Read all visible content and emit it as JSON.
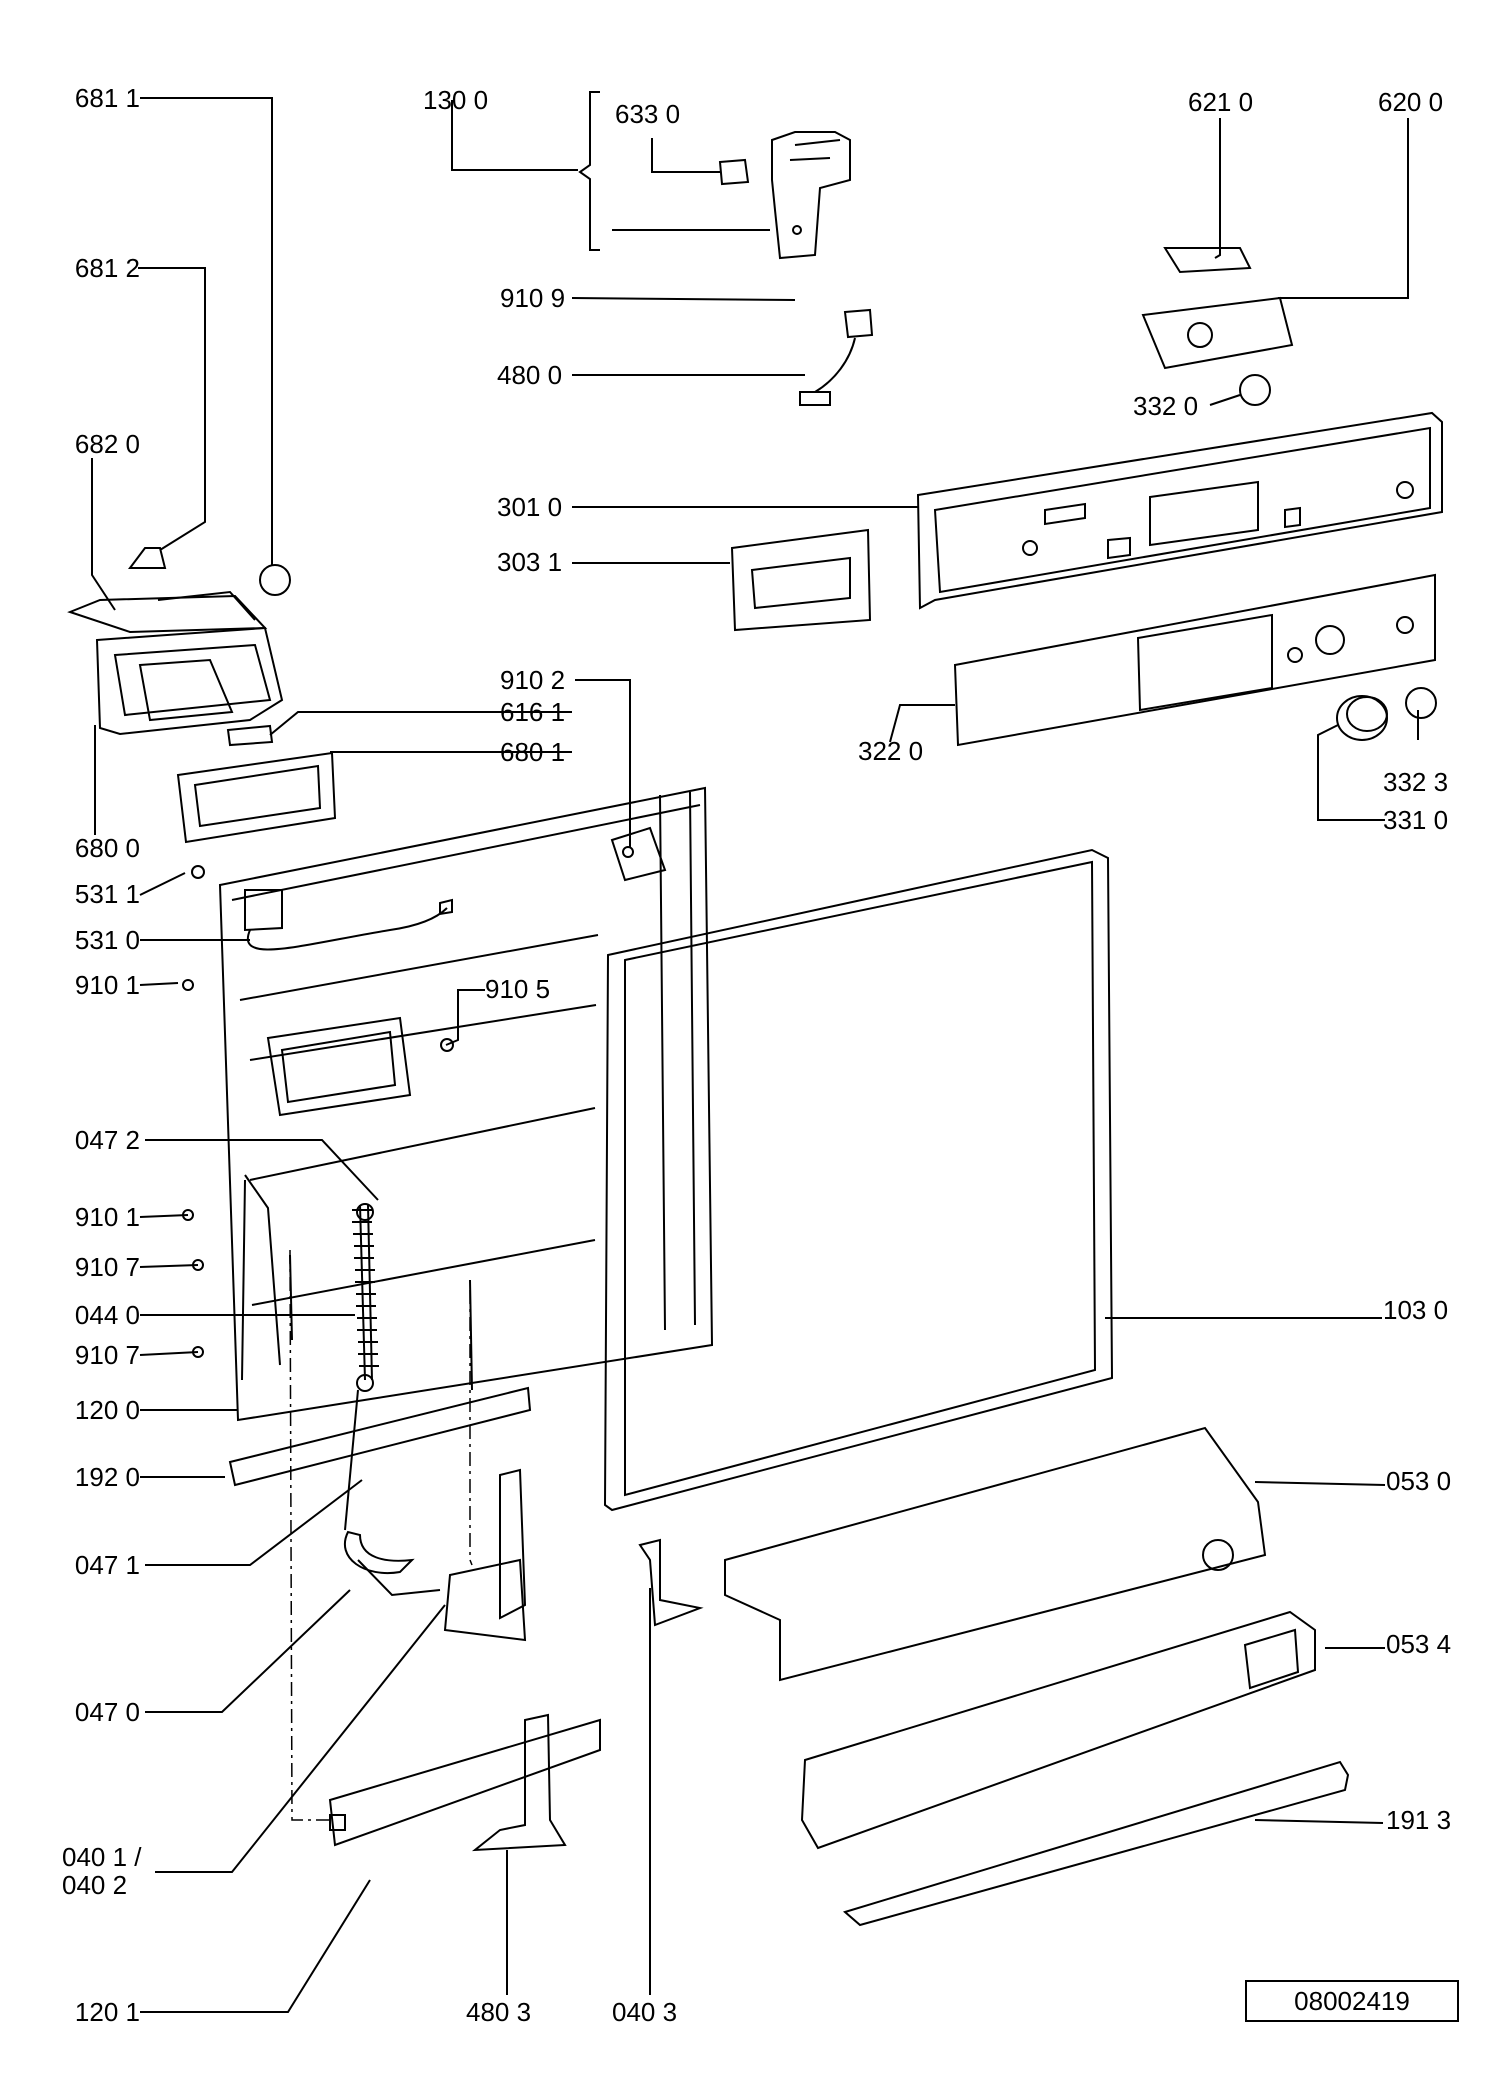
{
  "diagram": {
    "document_number": "08002419",
    "part_labels": {
      "p6811": "681 1",
      "p6812": "681 2",
      "p6820": "682 0",
      "p6800": "680 0",
      "p1300": "130 0",
      "p6330": "633 0",
      "p9109": "910 9",
      "p4800": "480 0",
      "p6210": "621 0",
      "p6200": "620 0",
      "p3320": "332 0",
      "p3010": "301 0",
      "p3031": "303 1",
      "p9102": "910 2",
      "p6161": "616 1",
      "p6801": "680 1",
      "p3220": "322 0",
      "p3323": "332 3",
      "p3310": "331 0",
      "p5311": "531 1",
      "p5310": "531 0",
      "p9101a": "910 1",
      "p9105": "910 5",
      "p0472": "047 2",
      "p9101b": "910 1",
      "p9107a": "910 7",
      "p0440": "044 0",
      "p9107b": "910 7",
      "p1200": "120 0",
      "p1920": "192 0",
      "p0471": "047 1",
      "p0470": "047 0",
      "p0401": "040 1 /",
      "p0402": "040 2",
      "p1201": "120 1",
      "p4803": "480 3",
      "p0403": "040 3",
      "p1030": "103 0",
      "p0530": "053 0",
      "p0534": "053 4",
      "p1913": "191 3"
    }
  }
}
